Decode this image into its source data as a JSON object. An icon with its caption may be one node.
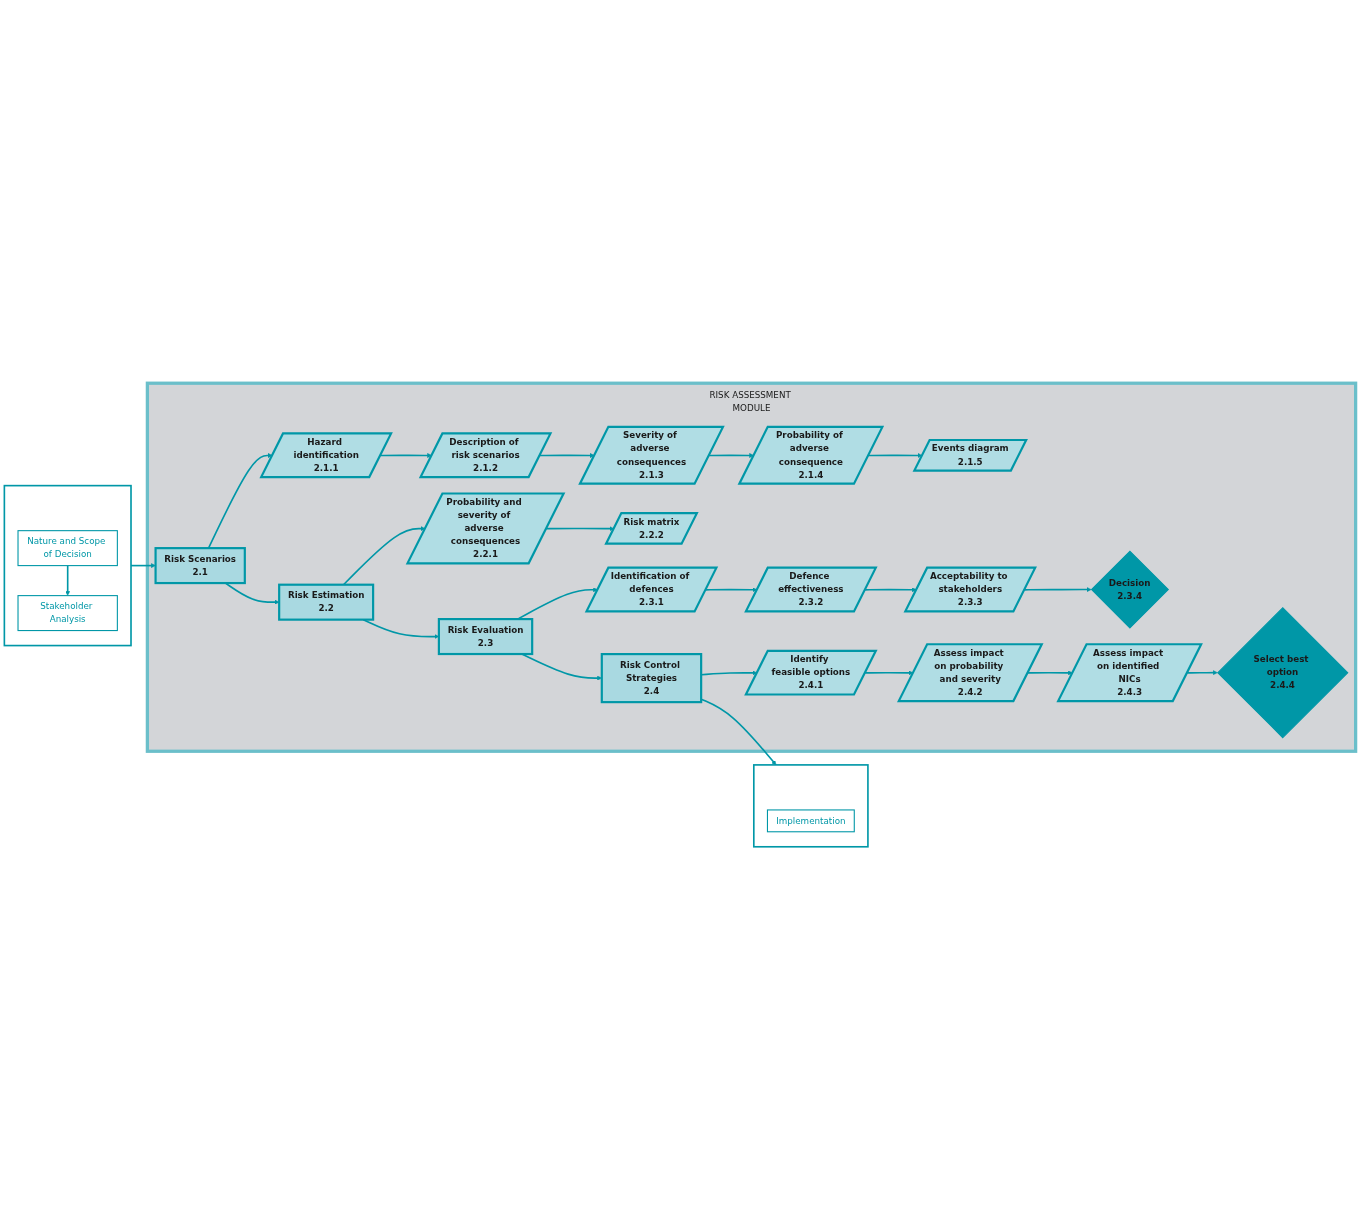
{
  "diagram": {
    "nodes": [
      {
        "text": [],
        "shape": "box"
      },
      {
        "text": [
          "Nature and Scope of Decision"
        ],
        "in": 0
      },
      {
        "text": [
          "Stakeholder Analysis"
        ],
        "in": 0
      },
      {
        "text": [
          "RISK ASSESSMENT MODULE"
        ]
      },
      {
        "text": [
          "Risk Scenarios",
          "2.1"
        ],
        "in": 3
      },
      {
        "text": [
          "Hazard identification",
          "2.1.1"
        ],
        "in": 3
      },
      {
        "text": [
          "Description of risk scenarios",
          "2.1.2"
        ],
        "in": 3
      },
      {
        "text": [
          "Severity of adverse consequences",
          "2.1.3"
        ],
        "in": 3
      },
      {
        "text": [
          "Probability of adverse consequence",
          "2.1.4"
        ],
        "in": 3
      },
      {
        "text": [
          "Events diagram",
          "2.1.5"
        ],
        "in": 3
      },
      {
        "text": [
          "Risk Estimation",
          "2.2"
        ],
        "in": 3
      },
      {
        "text": [
          "Probability and severity of adverse consequences",
          "2.2.1"
        ],
        "in": 3
      },
      {
        "text": [
          "Risk matrix",
          "2.2.2"
        ],
        "in": 3
      },
      {
        "text": [
          "Risk Evaluation",
          "2.3"
        ],
        "in": 3
      },
      {
        "text": [
          "Identification of defences",
          "2.3.1"
        ],
        "in": 3
      },
      {
        "text": [
          "Defence effectiveness",
          "2.3.2"
        ],
        "in": 3
      },
      {
        "text": [
          "Acceptability to stakeholders",
          "2.3.3"
        ],
        "in": 3
      },
      {
        "text": [
          "Decision",
          "2.3.4"
        ],
        "in": 3
      },
      {
        "text": [
          "Risk Control Strategies",
          "2.4"
        ],
        "in": 3
      },
      {
        "text": [
          "Identify feasible options",
          "2.4.1"
        ],
        "in": 3
      },
      {
        "text": [
          "Assess impact on probability and severity",
          "2.4.2"
        ],
        "in": 3
      },
      {
        "text": [
          "Assess impact on identified NICs",
          "2.4.3"
        ],
        "in": 3
      },
      {
        "text": [
          "Select best option",
          "2.4.4"
        ],
        "in": 3
      },
      {
        "text": [],
        "shape": "box"
      },
      {
        "text": [
          "Implementation"
        ],
        "in": 23
      }
    ],
    "edges": [
      {
        "from": 1,
        "to": 2,
        "arrow": "to"
      },
      {
        "from": 0,
        "to": 4,
        "arrow": "to"
      },
      {
        "from": 4,
        "to": 5,
        "arrow": "to"
      },
      {
        "from": 5,
        "to": 6,
        "arrow": "to"
      },
      {
        "from": 6,
        "to": 7,
        "arrow": "to"
      },
      {
        "from": 7,
        "to": 8,
        "arrow": "to"
      },
      {
        "from": 8,
        "to": 9,
        "arrow": "to"
      },
      {
        "from": 4,
        "to": 10,
        "arrow": "to"
      },
      {
        "from": 10,
        "to": 11,
        "arrow": "to"
      },
      {
        "from": 11,
        "to": 12,
        "arrow": "to"
      },
      {
        "from": 10,
        "to": 13,
        "arrow": "to"
      },
      {
        "from": 13,
        "to": 14,
        "arrow": "to"
      },
      {
        "from": 14,
        "to": 15,
        "arrow": "to"
      },
      {
        "from": 15,
        "to": 16,
        "arrow": "to"
      },
      {
        "from": 16,
        "to": 17,
        "arrow": "to"
      },
      {
        "from": 13,
        "to": 18,
        "arrow": "to"
      },
      {
        "from": 18,
        "to": 19,
        "arrow": "to"
      },
      {
        "from": 19,
        "to": 20,
        "arrow": "to"
      },
      {
        "from": 20,
        "to": 21,
        "arrow": "to"
      },
      {
        "from": 21,
        "to": 22,
        "arrow": "to"
      },
      {
        "from": 18,
        "to": 23,
        "arrow": "to"
      }
    ]
  }
}
